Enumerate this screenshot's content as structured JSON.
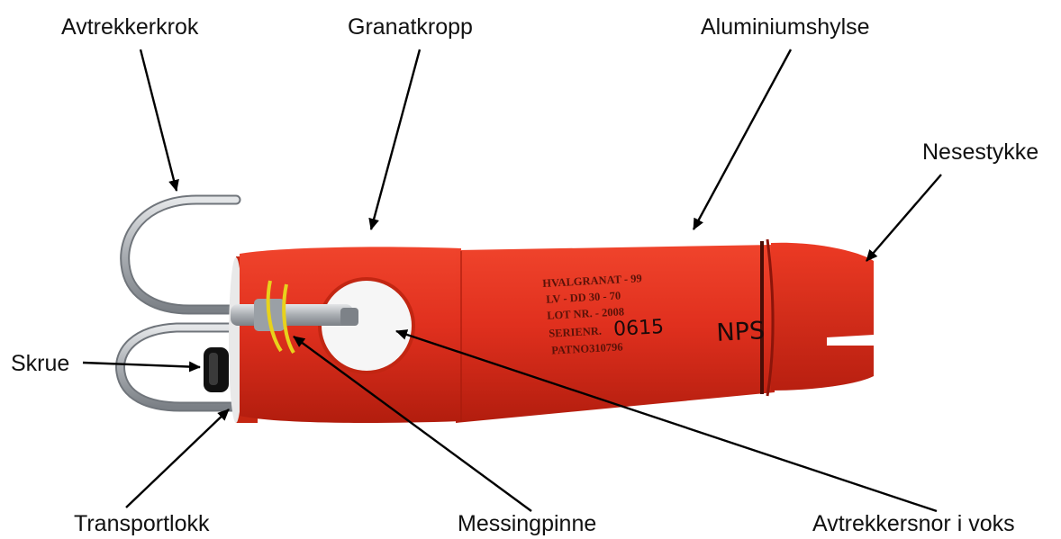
{
  "labels": {
    "trigger_hook": "Avtrekkerkrok",
    "grenade_body": "Granatkropp",
    "aluminium_sleeve": "Aluminiumshylse",
    "nose_piece": "Nesestykke",
    "screw": "Skrue",
    "transport_cap": "Transportlokk",
    "brass_pin": "Messingpinne",
    "trigger_cord": "Avtrekkersnor i voks"
  },
  "body_marking": {
    "line1": "HVALGRANAT - 99",
    "line2": "LV - DD  30 - 70",
    "line3": "LOT NR. - 2008",
    "line4": "SERIENR.",
    "line5": "PATNO310796",
    "serial_handwritten": "0615",
    "initials_handwritten": "NPS"
  },
  "colors": {
    "body_red": "#e0301e",
    "body_shadow": "#b8200f",
    "steel": "#b9bcc0",
    "brass": "#e8d21c"
  }
}
